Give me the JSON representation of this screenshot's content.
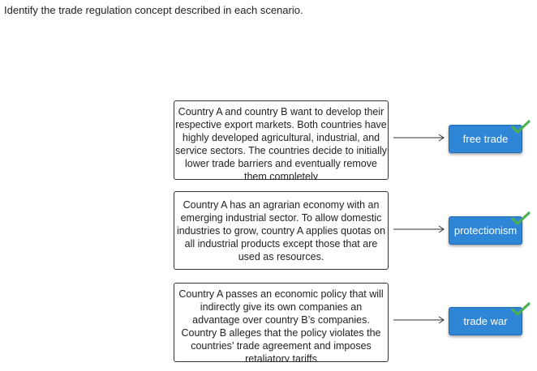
{
  "instructions": "Identify the trade regulation concept described in each scenario.",
  "scenarios": [
    {
      "text": "Country A and country B want to develop their respective export markets. Both countries have highly developed agricultural, industrial, and service sectors. The countries decide to initially lower trade barriers and eventually remove them completely",
      "answer": "free trade"
    },
    {
      "text": "Country A has an agrarian economy with an emerging industrial sector. To allow domestic industries to grow, country A applies quotas on all industrial products except those that are used as resources.",
      "answer": "protectionism"
    },
    {
      "text": "Country A passes an economic policy that will indirectly give its own companies an advantage over country B’s companies. Country B alleges that the policy violates the countries’ trade agreement and imposes retaliatory tariffs",
      "answer": "trade war"
    }
  ],
  "colors": {
    "answer_bg": "#2f86d6",
    "check": "#4caf50"
  },
  "icons": {
    "arrow": "right-arrow-icon",
    "check": "checkmark-icon"
  }
}
